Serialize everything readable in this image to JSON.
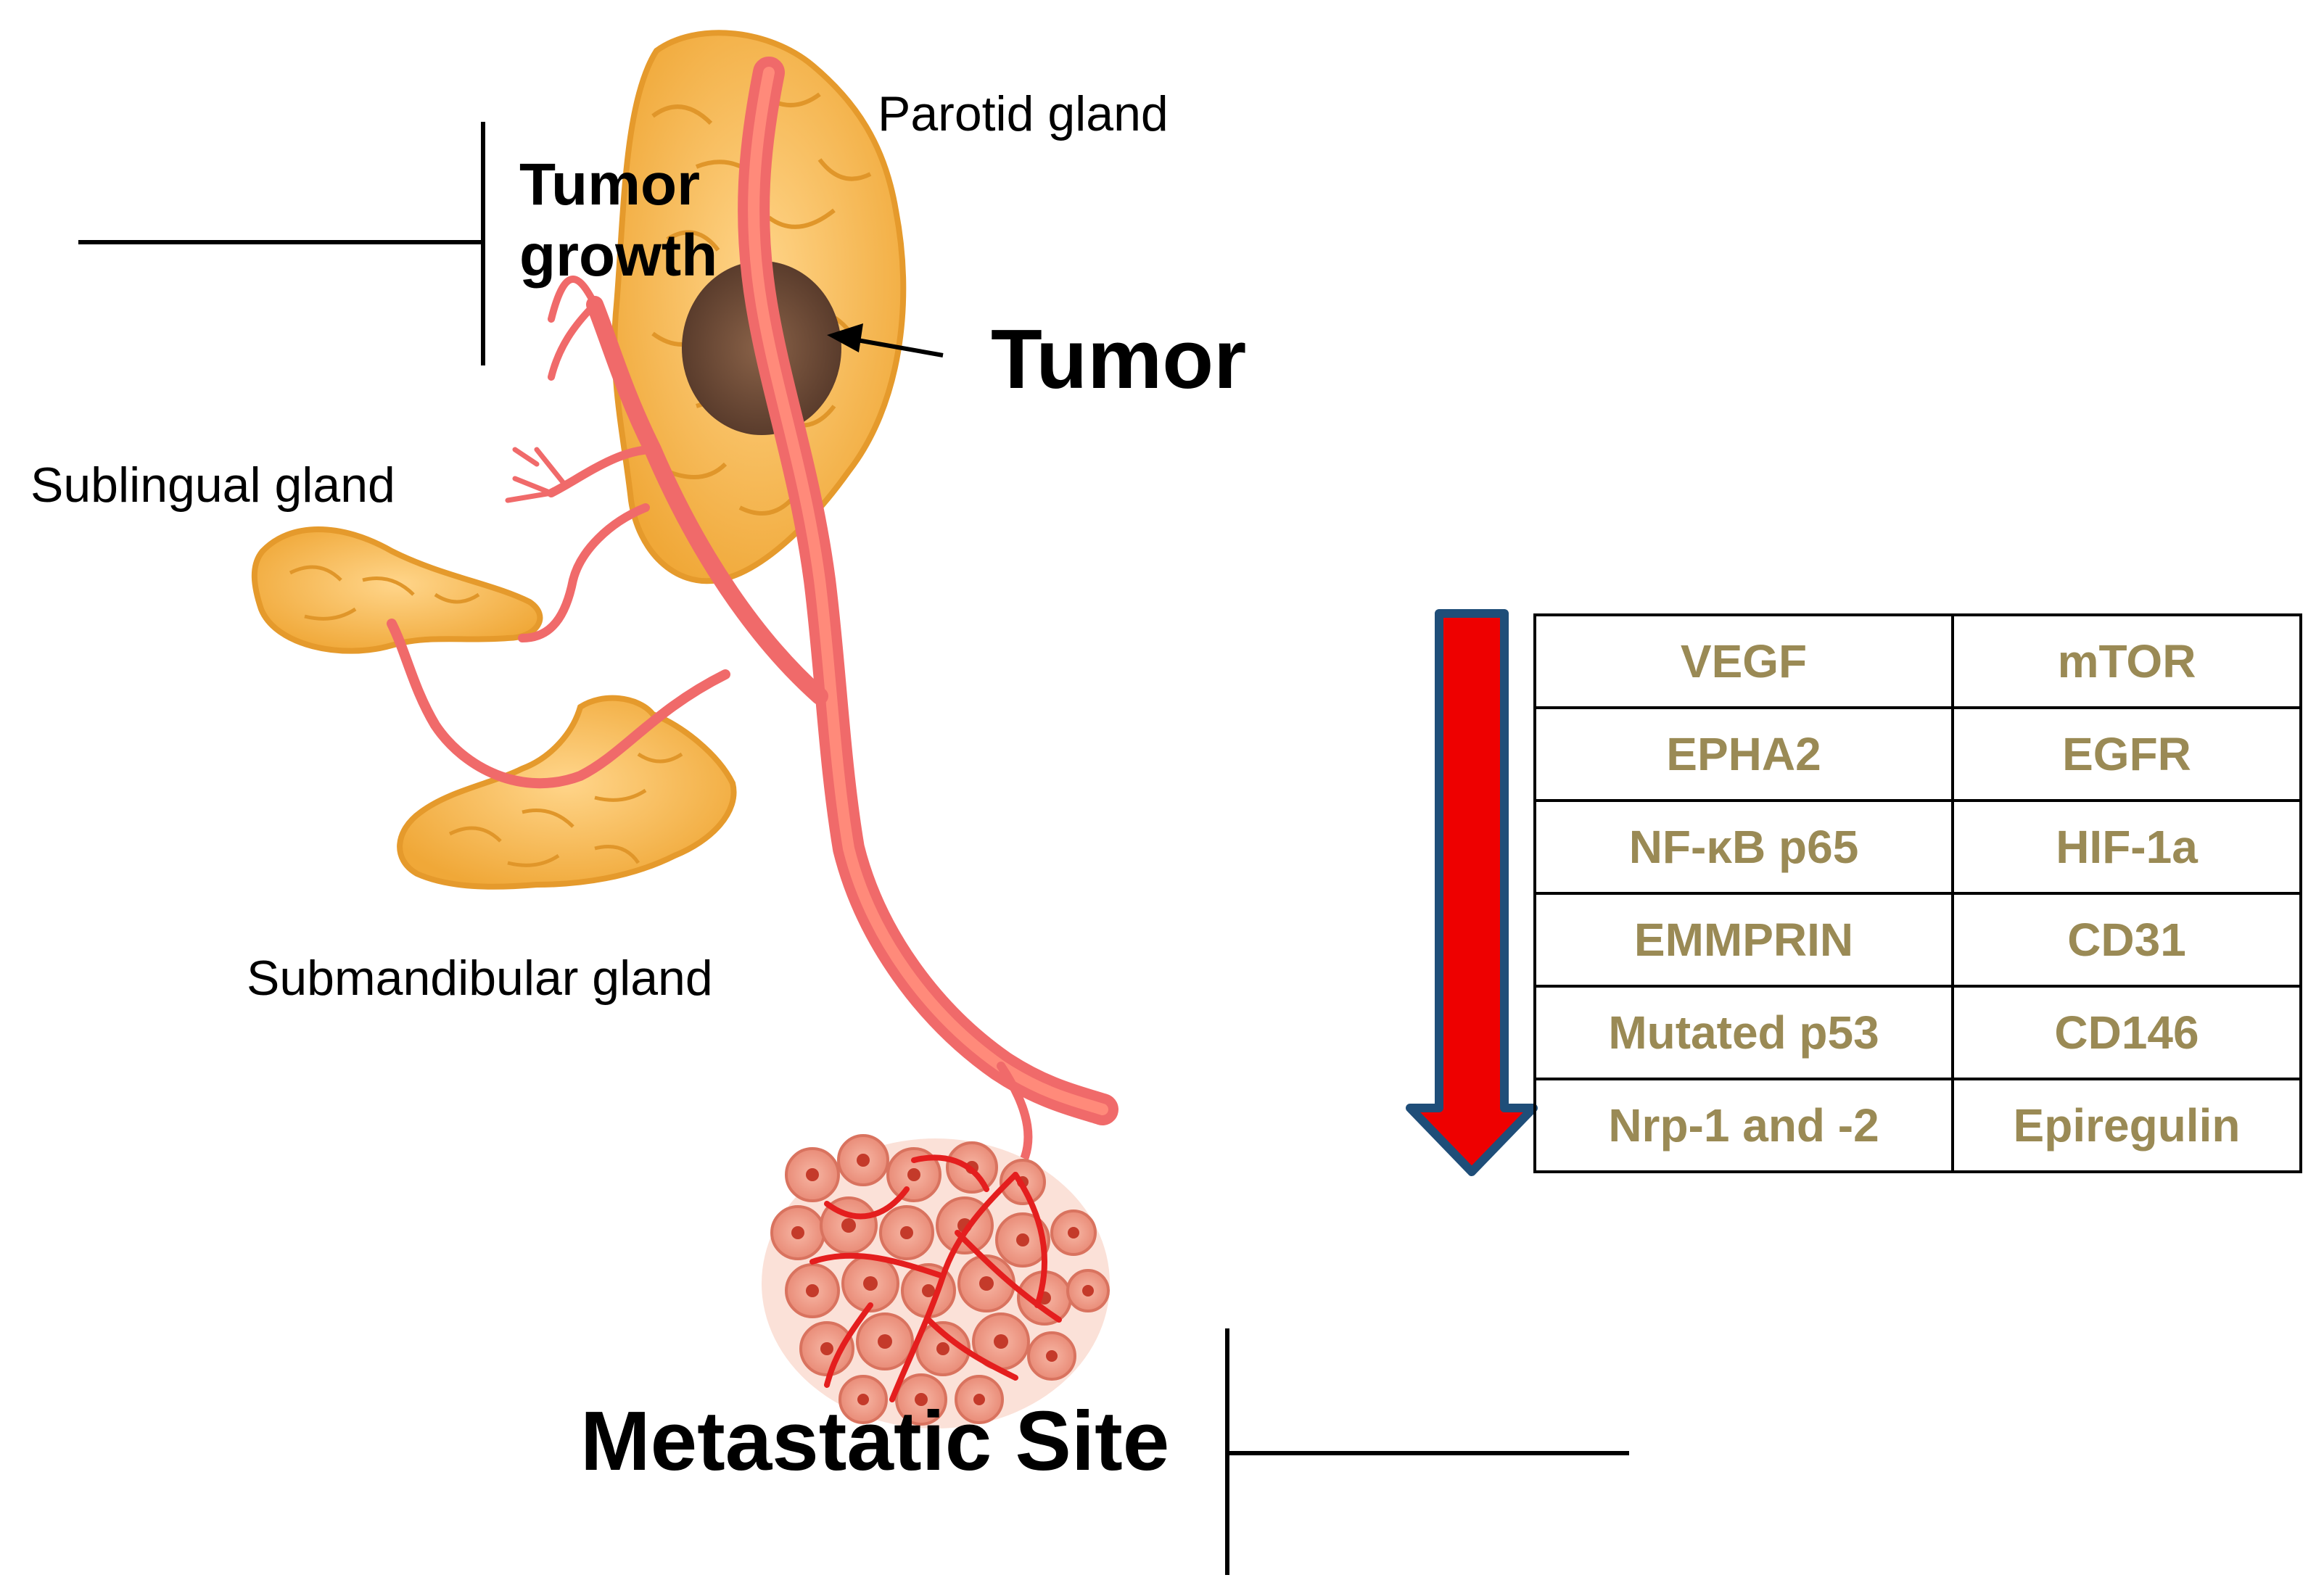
{
  "labels": {
    "parotid": "Parotid gland",
    "sublingual": "Sublingual gland",
    "submandibular": "Submandibular gland",
    "tumor_growth_line1": "Tumor",
    "tumor_growth_line2": "growth",
    "tumor": "Tumor",
    "metastatic_site": "Metastatic Site"
  },
  "markers": [
    [
      "VEGF",
      "mTOR"
    ],
    [
      "EPHA2",
      "EGFR"
    ],
    [
      "NF-κB p65",
      "HIF-1a"
    ],
    [
      "EMMPRIN",
      "CD31"
    ],
    [
      "Mutated p53",
      "CD146"
    ],
    [
      "Nrp-1 and -2",
      "Epiregulin"
    ]
  ],
  "colors": {
    "gland": "#f5b24a",
    "vessel": "#f06a6a",
    "tumor": "#6b4a36",
    "arrow_fill": "#ee0000",
    "arrow_outline": "#1f4e79",
    "marker_text": "#9a8a55"
  }
}
